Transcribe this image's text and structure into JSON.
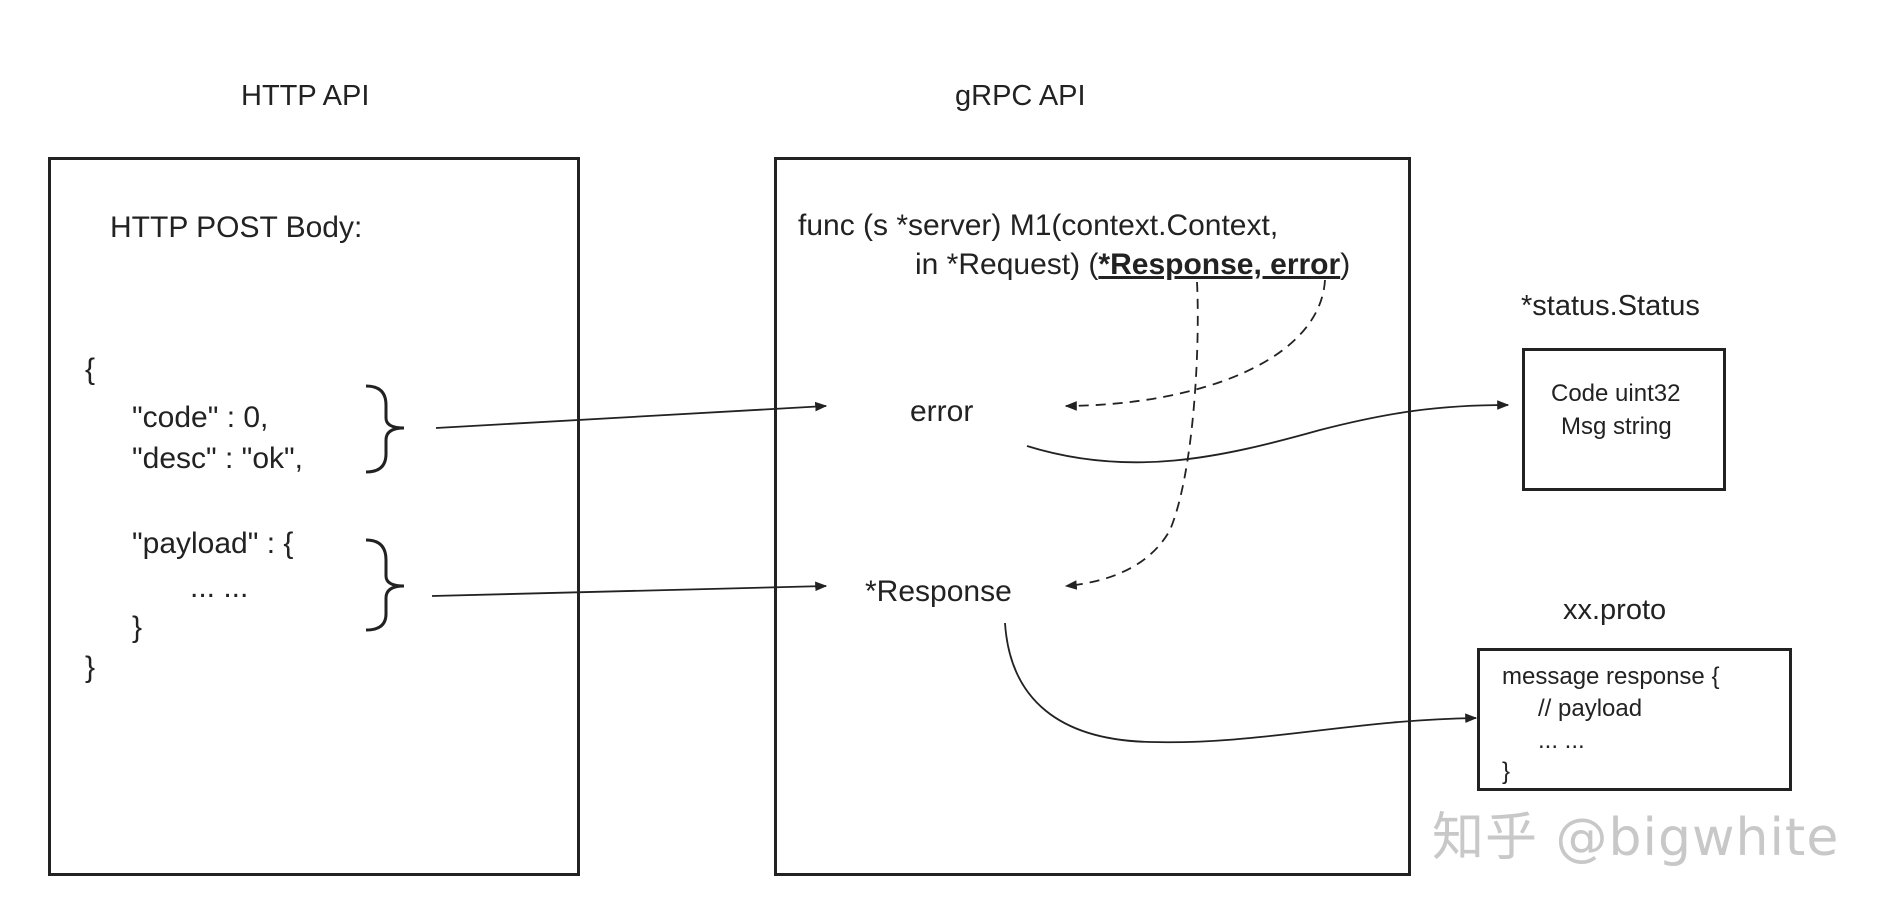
{
  "http_panel": {
    "title": "HTTP API",
    "body_label": "HTTP POST Body:",
    "lines": [
      "{",
      "\"code\" : 0,",
      "\"desc\" : \"ok\",",
      "\"payload\" : {",
      "... ...",
      "}",
      "}"
    ]
  },
  "grpc_panel": {
    "title": "gRPC API",
    "signature_line1": "func (s *server) M1(context.Context,",
    "signature_line2_prefix": "in *Request) (",
    "signature_returns": "*Response, error",
    "signature_line2_suffix": ")",
    "error_label": "error",
    "response_label": "*Response"
  },
  "status_box": {
    "title": "*status.Status",
    "lines": [
      "Code uint32",
      "Msg string"
    ]
  },
  "proto_box": {
    "title": "xx.proto",
    "lines": [
      "message response {",
      "// payload",
      "... ...",
      "}"
    ]
  },
  "watermark": "知乎 @bigwhite",
  "colors": {
    "stroke": "#222222",
    "watermark": "#c8c8c8"
  }
}
